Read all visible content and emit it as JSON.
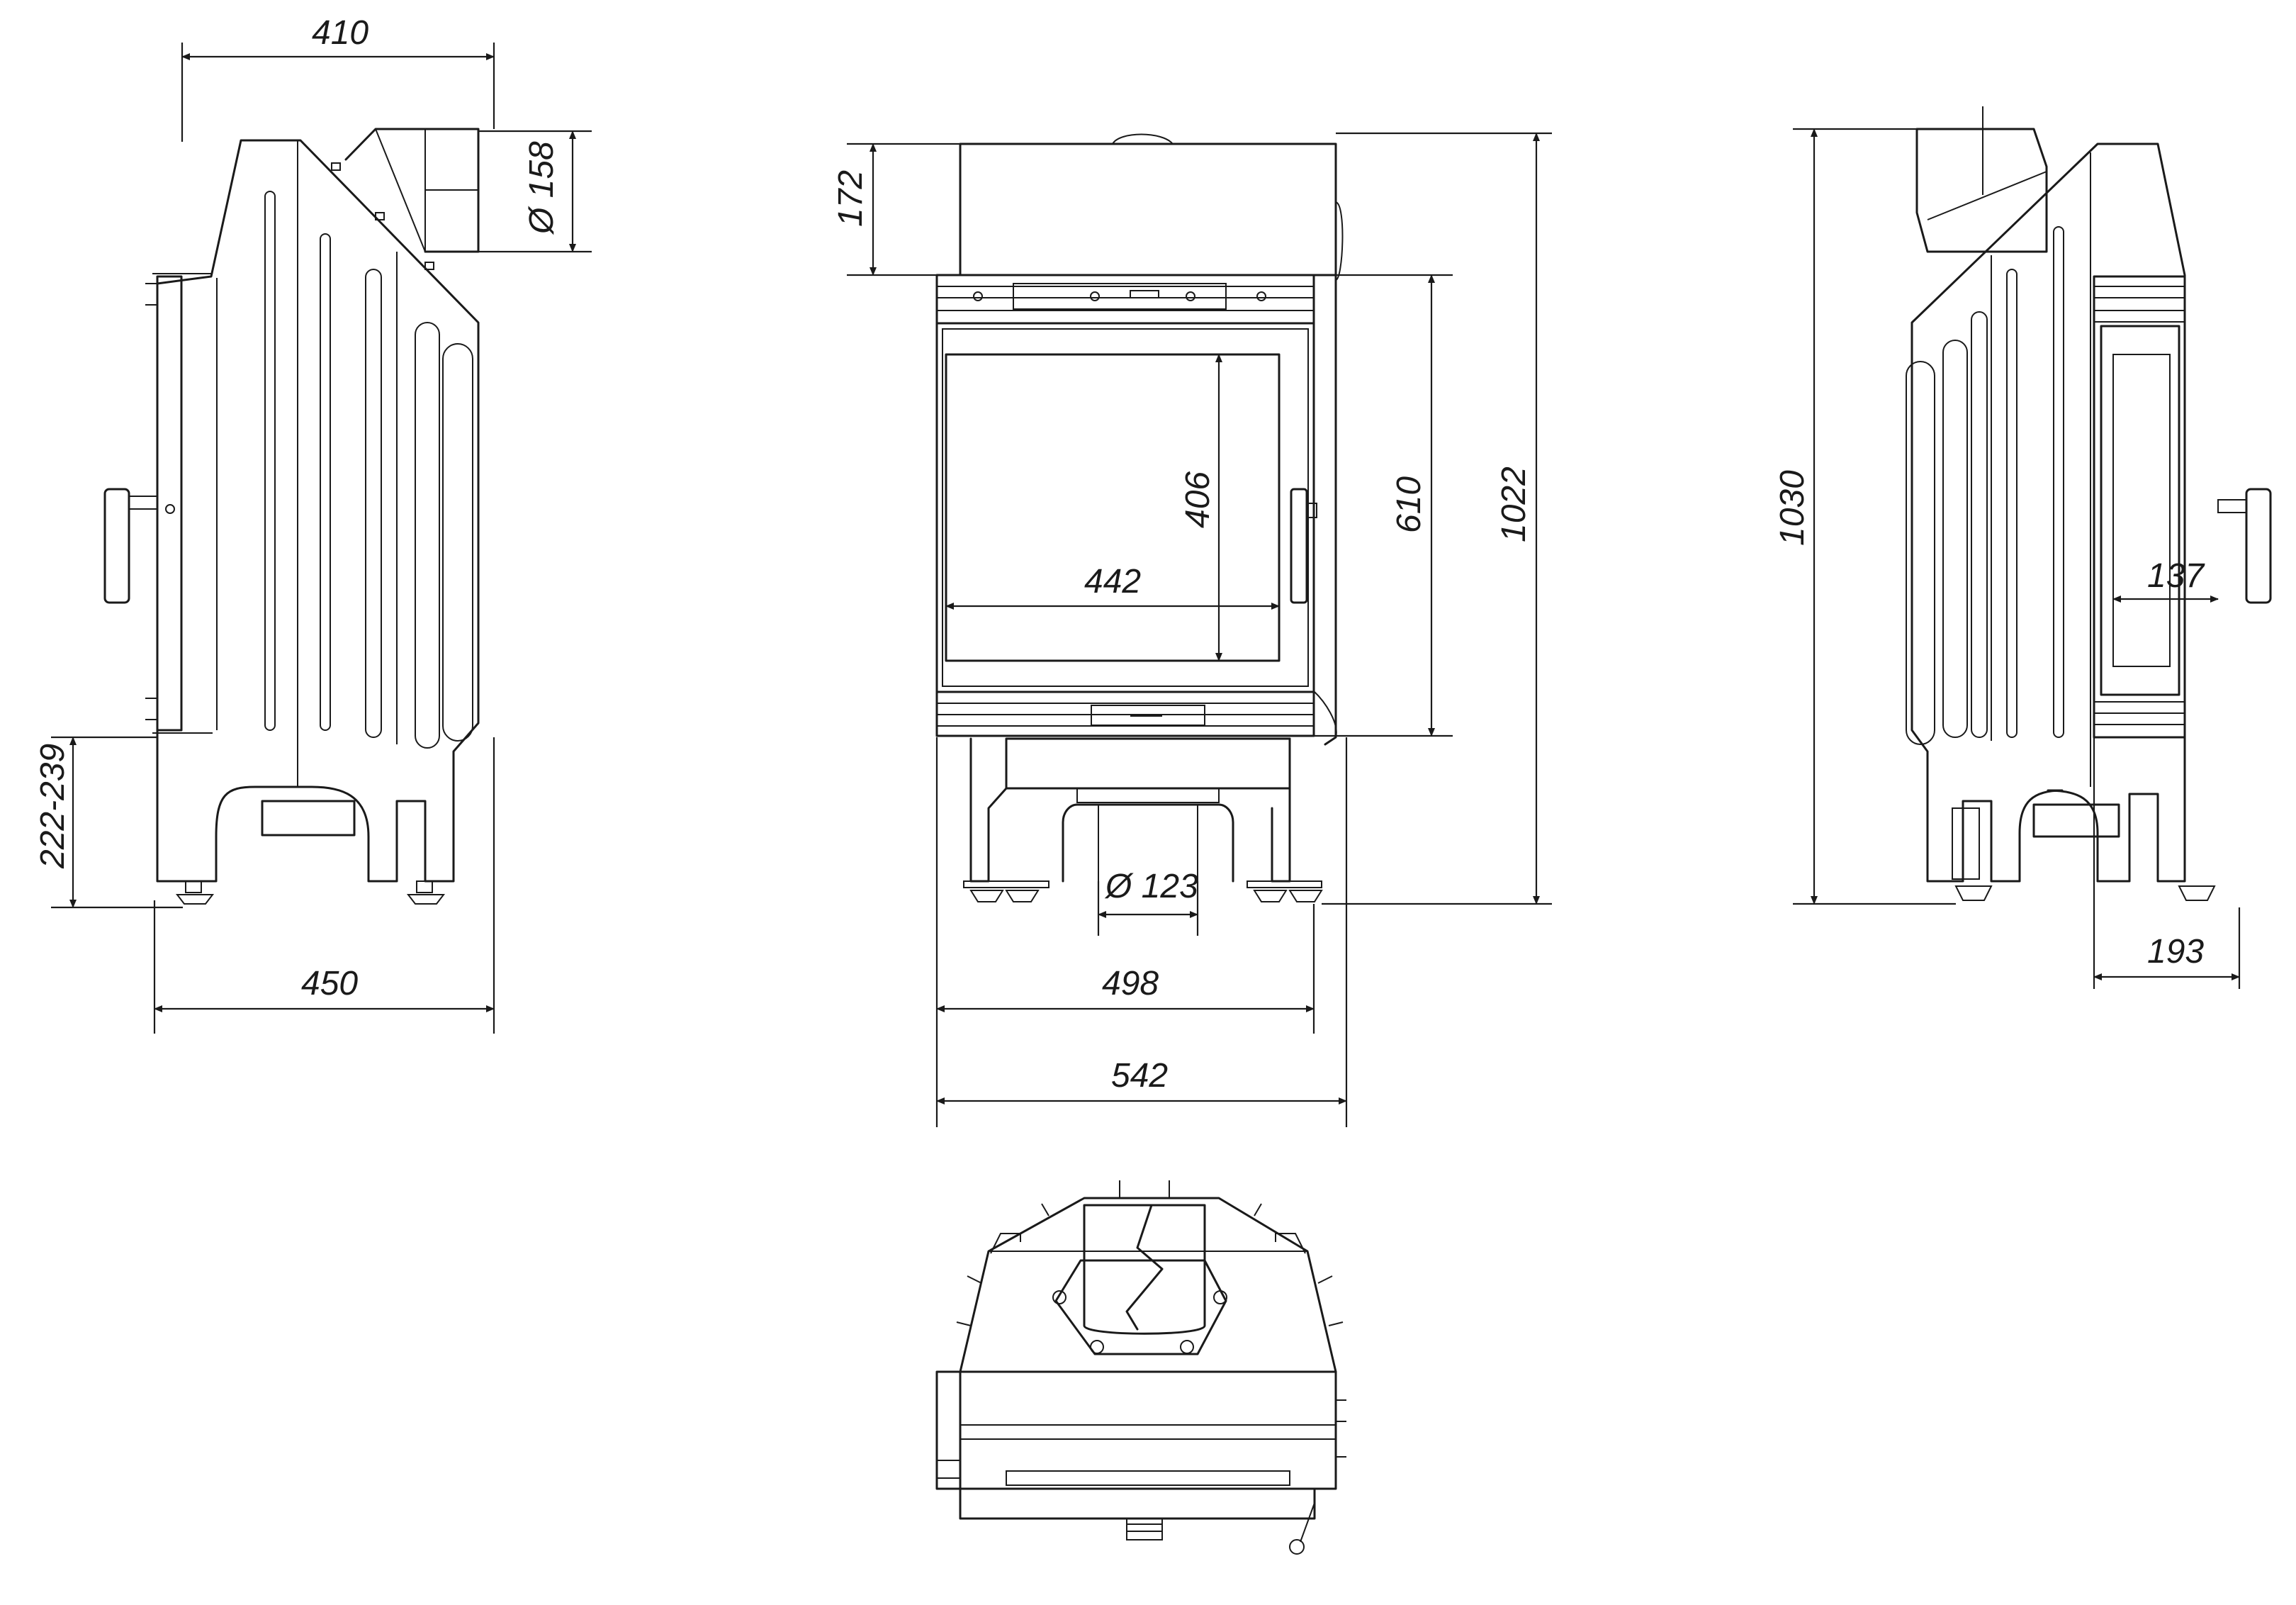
{
  "drawing": {
    "line_color": "#1a1a1a",
    "background": "#ffffff",
    "views": [
      "side-view-left",
      "front-view",
      "side-view-right",
      "top-view"
    ],
    "dimensions": {
      "top_width": "410",
      "flue_diameter_side": "Ø 158",
      "base_width_side": "450",
      "foot_height": "222-239",
      "top_hood_height": "172",
      "overall_height_front": "1022",
      "door_height": "610",
      "glass_height": "406",
      "glass_width": "442",
      "air_inlet_diameter": "Ø 123",
      "front_width_inner": "498",
      "front_width_outer": "542",
      "overall_height_right": "1030",
      "side_glass_width": "137",
      "right_base_width": "193"
    }
  }
}
